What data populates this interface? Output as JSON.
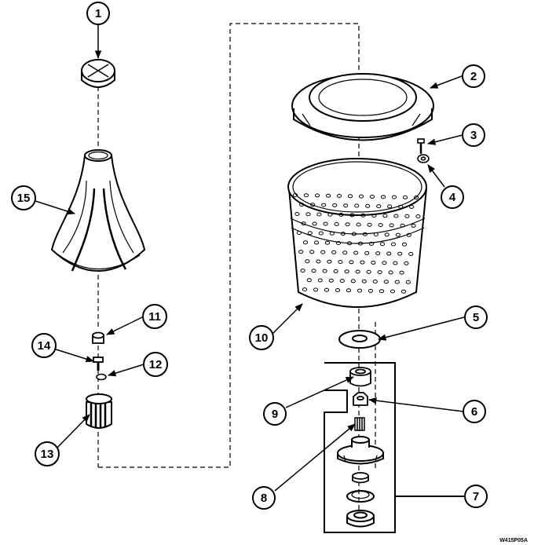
{
  "diagram": {
    "drawing_code": "W415P05A",
    "callouts": [
      "1",
      "2",
      "3",
      "4",
      "5",
      "6",
      "7",
      "8",
      "9",
      "10",
      "11",
      "12",
      "13",
      "14",
      "15"
    ]
  }
}
